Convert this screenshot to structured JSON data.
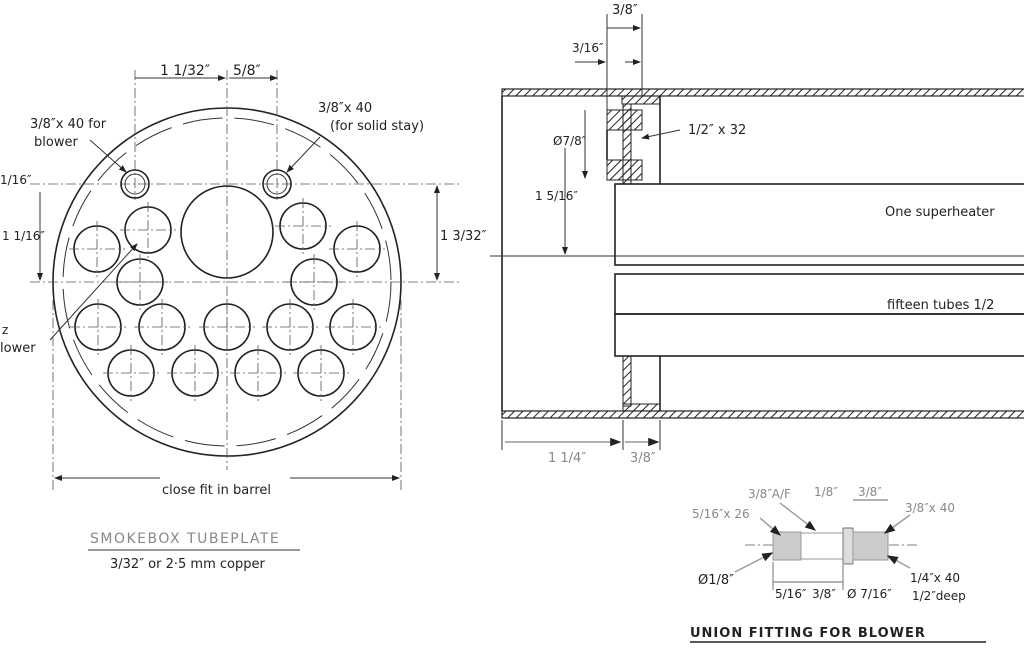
{
  "tubeplate": {
    "dim_top_left": "1 1/32″",
    "dim_top_right": "5/8″",
    "blower_hole_label_1": "3/8″x 40 for",
    "blower_hole_label_2": "blower",
    "stay_hole_label_1": "3/8″x 40",
    "stay_hole_label_2": "(for solid stay)",
    "dim_left_top": "1/16″",
    "dim_left": "1 1/16″",
    "dim_right": "1 3/32″",
    "left_partial_1": "z",
    "left_partial_2": "lower",
    "width_label": "close fit in barrel",
    "title": "SMOKEBOX TUBEPLATE",
    "subtitle": "3/32″ or 2·5 mm copper"
  },
  "section": {
    "dim_top": "3/8″",
    "dim_offset": "3/16″",
    "thread_label": "1/2″ x 32",
    "bush_dia": "Ø7/8″",
    "dim_height": "1 5/16″",
    "superheater_label": "One superheater",
    "tubes_label": "fifteen tubes 1/2",
    "dim_bottom_left": "1 1/4″",
    "dim_bottom_right": "3/8″"
  },
  "union": {
    "af_label": "3/8″A/F",
    "dim_eighth": "1/8″",
    "dim_three_eighths": "3/8″",
    "thread_right": "3/8″x 40",
    "thread_left": "5/16″x 26",
    "bore_label": "Ø1/8″",
    "dim_a": "5/16″",
    "dim_b": "3/8″",
    "collar_dia": "Ø 7/16″",
    "tap_label_1": "1/4″x 40",
    "tap_label_2": "1/2″deep",
    "title": "UNION FITTING FOR BLOWER"
  }
}
